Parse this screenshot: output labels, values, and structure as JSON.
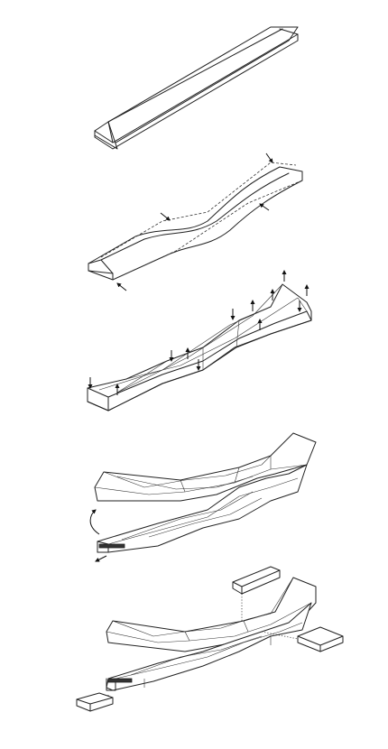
{
  "diagram": {
    "stage_count": 5,
    "stages": [
      {
        "id": "stage-1-bar"
      },
      {
        "id": "stage-2-bend"
      },
      {
        "id": "stage-3-fold"
      },
      {
        "id": "stage-4-split"
      },
      {
        "id": "stage-5-assemble"
      }
    ],
    "line_color": "#222222",
    "background": "#ffffff"
  }
}
